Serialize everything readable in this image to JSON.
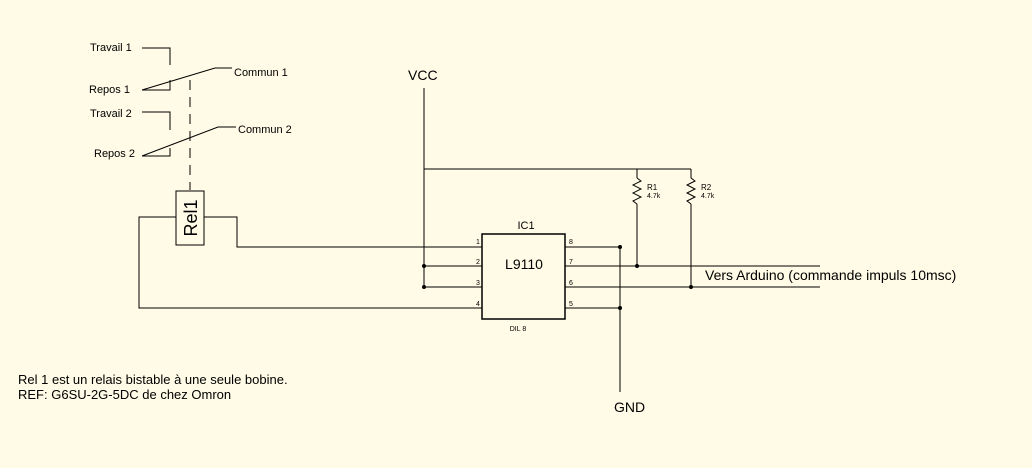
{
  "relay": {
    "contacts": {
      "travail_1": "Travail 1",
      "repos_1": "Repos 1",
      "commun_1": "Commun 1",
      "travail_2": "Travail 2",
      "repos_2": "Repos 2",
      "commun_2": "Commun 2"
    },
    "coil_label": "Rel1"
  },
  "power": {
    "vcc": "VCC",
    "gnd": "GND"
  },
  "ic": {
    "ref": "IC1",
    "part": "L9110",
    "package": "DIL 8",
    "pins_left": [
      "1",
      "2",
      "3",
      "4"
    ],
    "pins_right": [
      "8",
      "7",
      "6",
      "5"
    ]
  },
  "resistors": [
    {
      "ref": "R1",
      "value": "4.7k"
    },
    {
      "ref": "R2",
      "value": "4.7k"
    }
  ],
  "output_label": "Vers Arduino (commande impuls 10msc)",
  "notes": [
    "Rel 1 est un relais bistable à une seule bobine.",
    "REF: G6SU-2G-5DC de chez Omron"
  ]
}
